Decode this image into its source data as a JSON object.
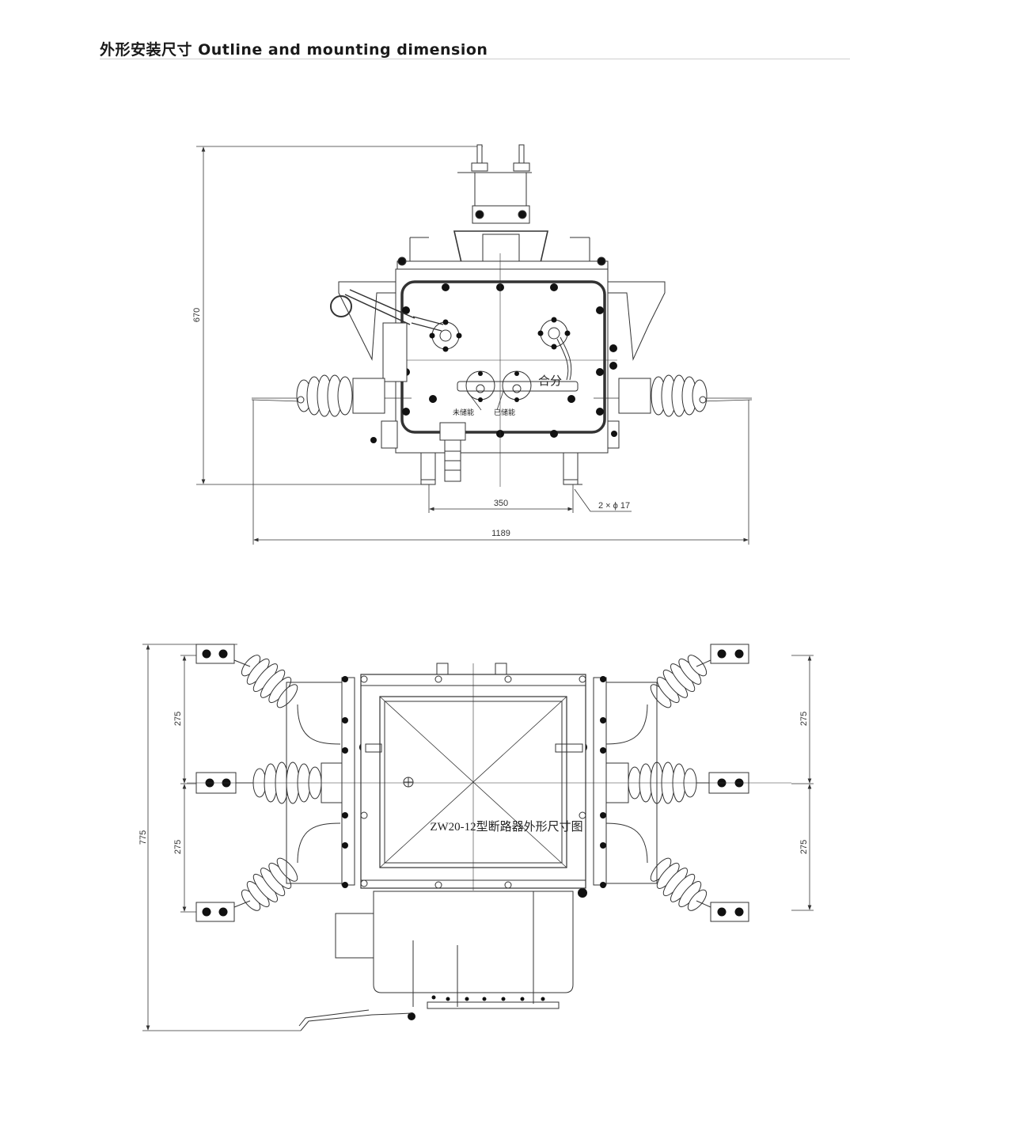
{
  "header": {
    "title": "外形安装尺寸  Outline and mounting dimension"
  },
  "front_view": {
    "dim_height": "670",
    "dim_base": "350",
    "dim_width": "1189",
    "dim_holes": "2 × ϕ 17",
    "label_close_open": "合分",
    "label_not_charged": "未储能",
    "label_charged": "已储能"
  },
  "top_view": {
    "dim_depth": "775",
    "dim_left_upper": "275",
    "dim_left_lower": "275",
    "dim_right_upper": "275",
    "dim_right_lower": "275"
  },
  "caption": "ZW20-12型断路器外形尺寸图"
}
